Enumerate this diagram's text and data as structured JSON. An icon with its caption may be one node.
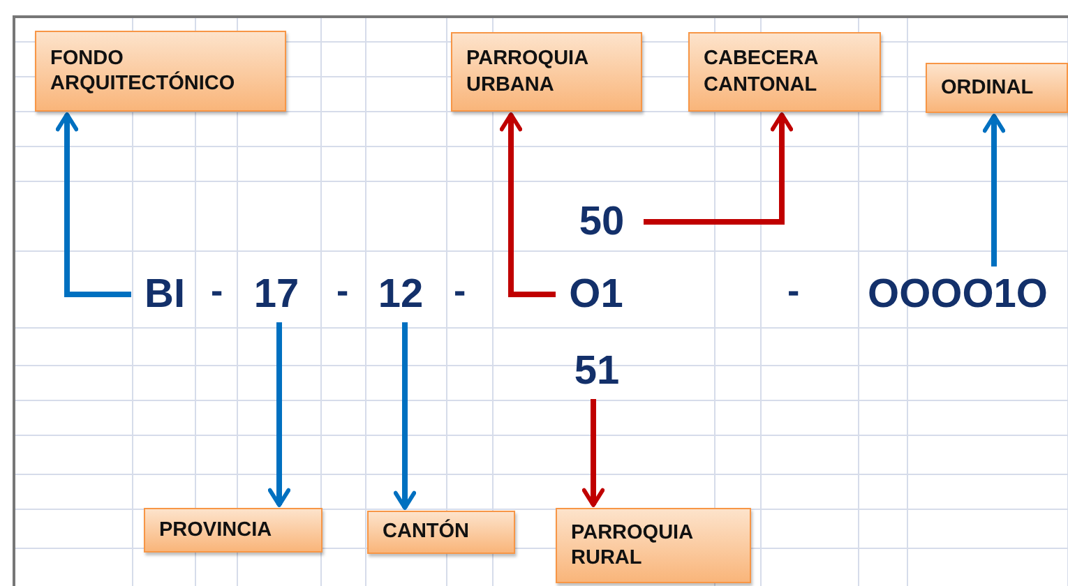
{
  "diagram": {
    "nodes": [
      {
        "text": [
          "FONDO ARQUITECTÓNICO"
        ]
      },
      {
        "text": [
          "PARROQUIA URBANA"
        ]
      },
      {
        "text": [
          "CABECERA CANTONAL"
        ]
      },
      {
        "text": [
          "ORDINAL"
        ]
      },
      {
        "text": [
          "BI"
        ]
      },
      {
        "text": [
          "17"
        ]
      },
      {
        "text": [
          "12"
        ]
      },
      {
        "text": [
          "O1"
        ]
      },
      {
        "text": [
          "50"
        ]
      },
      {
        "text": [
          "51"
        ]
      },
      {
        "text": [
          "OOOO1O"
        ]
      },
      {
        "text": [
          "PROVINCIA"
        ]
      },
      {
        "text": [
          "CANTÓN"
        ]
      },
      {
        "text": [
          "PARROQUIA RURAL"
        ]
      }
    ],
    "edges": [
      {
        "from": 4,
        "to": 0,
        "arrow": "to"
      },
      {
        "from": 7,
        "to": 1,
        "arrow": "to",
        "color": "#c00000"
      },
      {
        "from": 8,
        "to": 2,
        "arrow": "to",
        "color": "#c00000"
      },
      {
        "from": 10,
        "to": 3,
        "arrow": "to"
      },
      {
        "from": 5,
        "to": 11,
        "arrow": "to"
      },
      {
        "from": 6,
        "to": 12,
        "arrow": "to"
      },
      {
        "from": 9,
        "to": 13,
        "arrow": "to",
        "color": "#c00000"
      }
    ],
    "labels": [
      "-",
      "-",
      "-",
      "-"
    ]
  }
}
